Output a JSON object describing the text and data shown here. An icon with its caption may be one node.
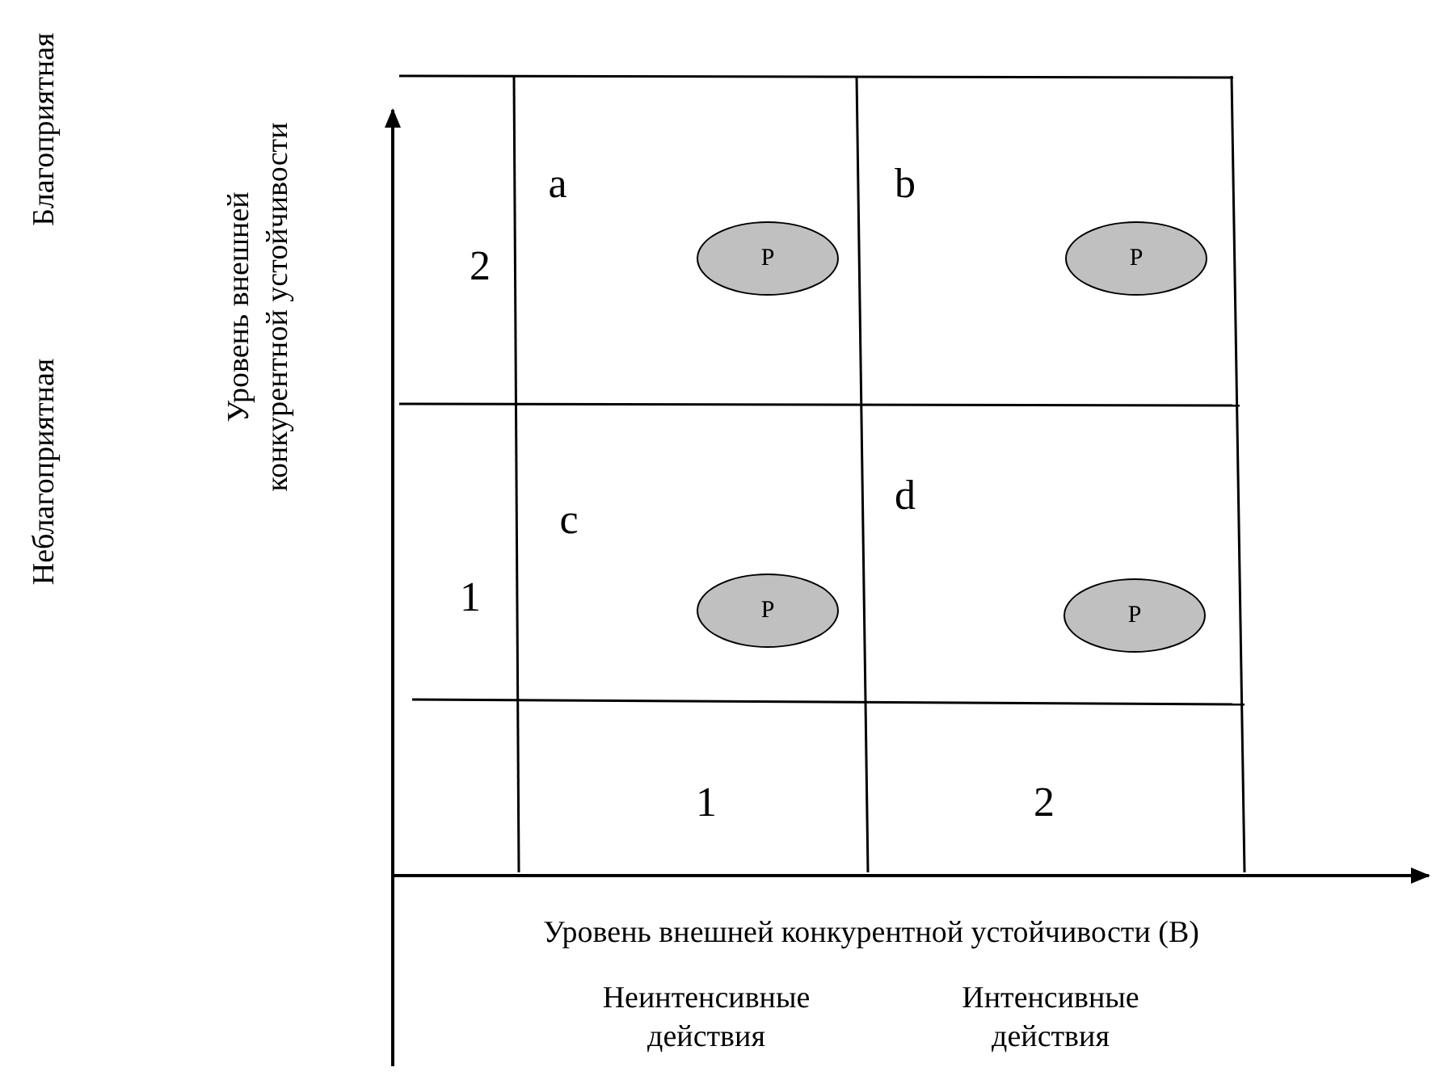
{
  "diagram": {
    "nodes": [
      {
        "text": [
          "Р"
        ]
      },
      {
        "text": [
          "Р"
        ]
      },
      {
        "text": [
          "Р"
        ]
      },
      {
        "text": [
          "Р"
        ]
      }
    ],
    "labels": [
      "Благоприятная",
      "Неблагоприятная",
      "Уровень внешней конкурентной устойчивости",
      "2",
      "1",
      "a",
      "b",
      "c",
      "d",
      "1",
      "2",
      "Уровень внешней конкурентной устойчивости (В)",
      "Неинтенсивные действия",
      "Интенсивные действия"
    ]
  }
}
